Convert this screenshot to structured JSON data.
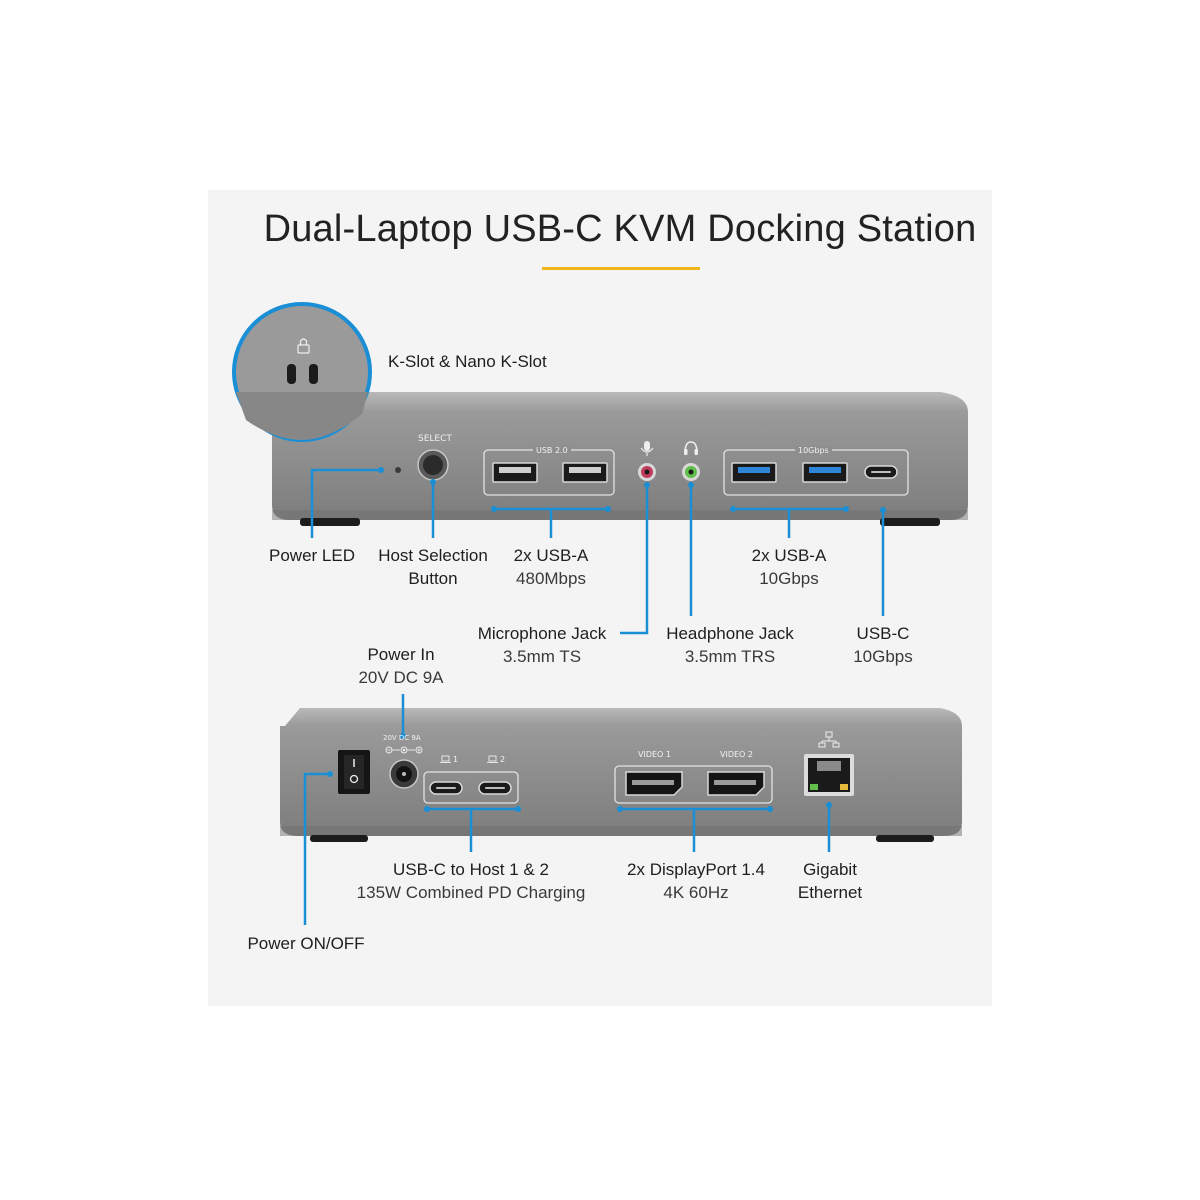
{
  "title": "Dual-Laptop USB-C KVM Docking Station",
  "colors": {
    "accent_rule": "#f2b51c",
    "callout_line": "#1a8fd6",
    "dock_body": "#8d8d8d",
    "usb3_port": "#2f86d8"
  },
  "icons": [
    "lock-icon",
    "microphone-icon",
    "headphone-icon",
    "laptop-icon",
    "ethernet-network-icon",
    "power-switch-icon",
    "polarity-symbol-icon"
  ],
  "front": {
    "ports_text": {
      "select": "SELECT",
      "usb20": "USB 2.0",
      "gbps": "10Gbps"
    },
    "labels": {
      "kslot": "K-Slot & Nano K-Slot",
      "power_led": "Power LED",
      "host_sel_1": "Host Selection",
      "host_sel_2": "Button",
      "usba480_1": "2x USB-A",
      "usba480_2": "480Mbps",
      "usba10_1": "2x USB-A",
      "usba10_2": "10Gbps",
      "mic_1": "Microphone Jack",
      "mic_2": "3.5mm TS",
      "hp_1": "Headphone Jack",
      "hp_2": "3.5mm TRS",
      "usbc_1": "USB-C",
      "usbc_2": "10Gbps"
    }
  },
  "rear": {
    "ports_text": {
      "dc": "20V DC 9A",
      "host1": "1",
      "host2": "2",
      "video1": "VIDEO 1",
      "video2": "VIDEO 2"
    },
    "labels": {
      "power_in_1": "Power In",
      "power_in_2": "20V DC 9A",
      "usbc_host_1": "USB-C to Host 1 & 2",
      "usbc_host_2": "135W Combined PD Charging",
      "dp_1": "2x DisplayPort 1.4",
      "dp_2": "4K 60Hz",
      "eth_1": "Gigabit",
      "eth_2": "Ethernet",
      "power_onoff": "Power ON/OFF"
    }
  }
}
